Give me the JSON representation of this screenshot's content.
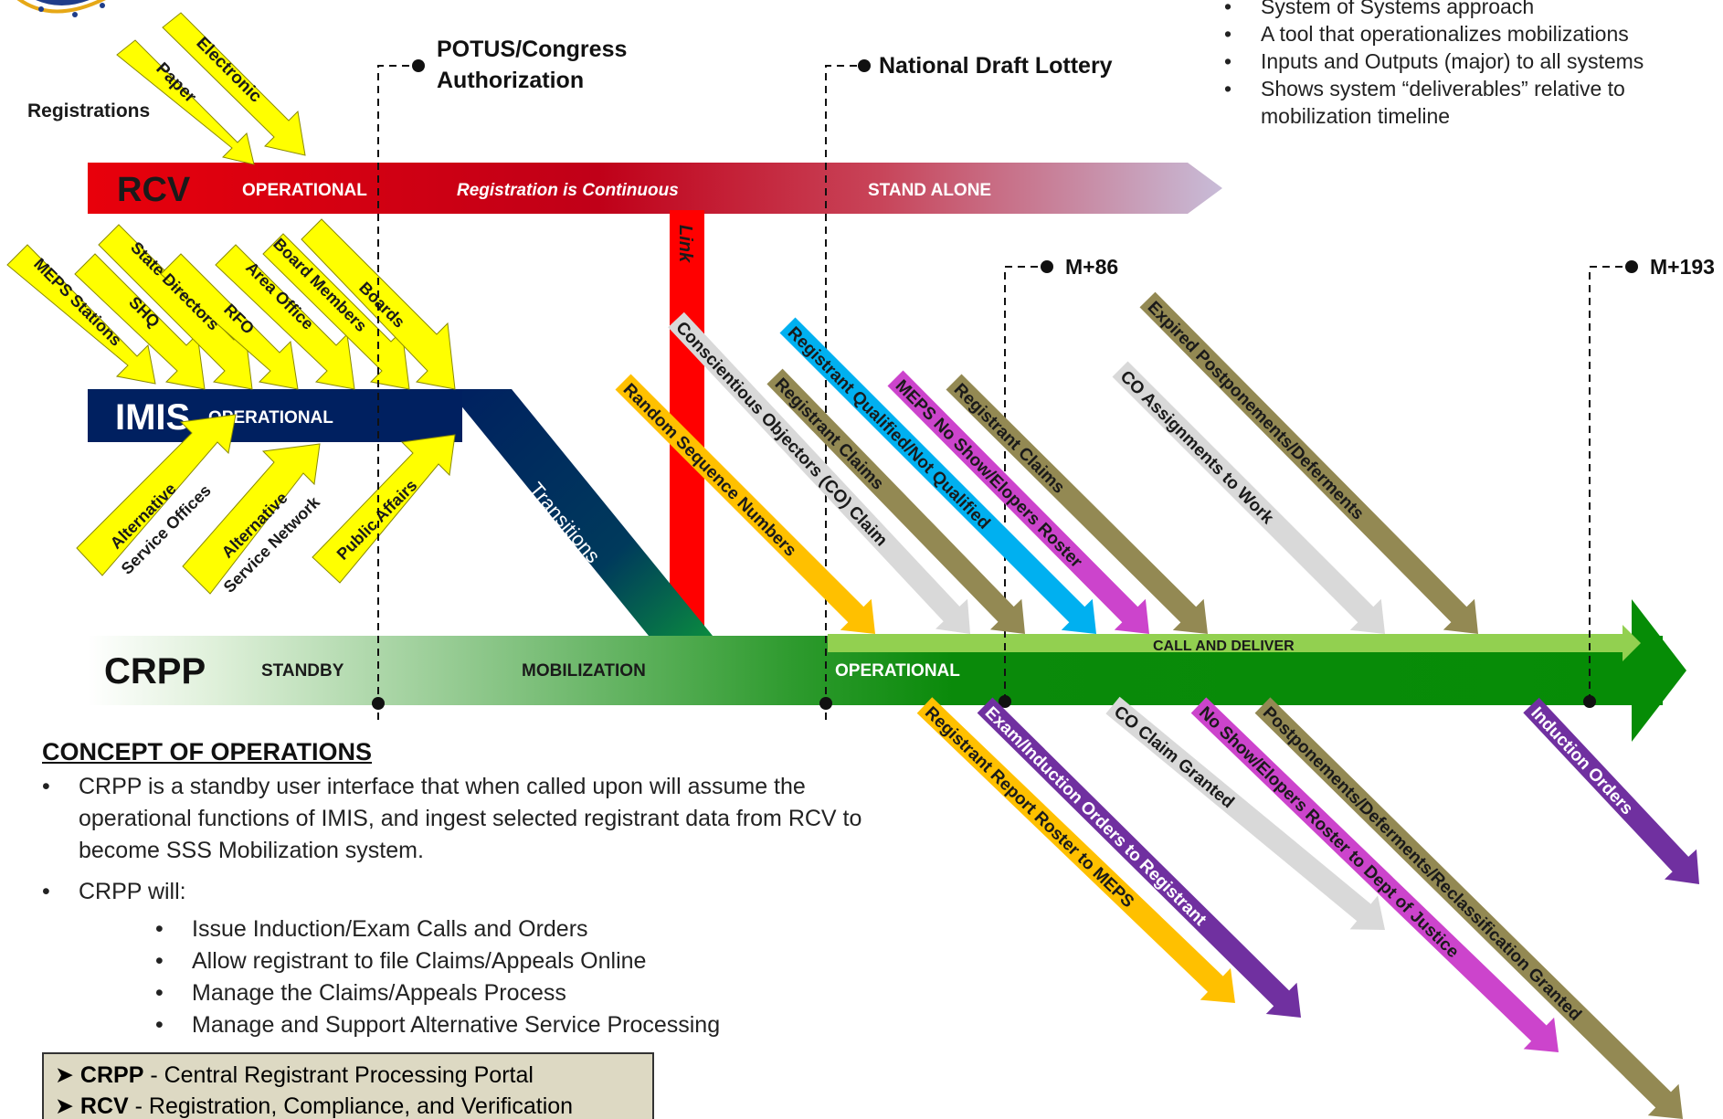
{
  "systems": {
    "rcv": "RCV",
    "imis": "IMIS",
    "crpp": "CRPP"
  },
  "rcv_bar": {
    "operational": "OPERATIONAL",
    "continuous": "Registration is Continuous",
    "stand_alone": "STAND ALONE",
    "link": "Link"
  },
  "imis_bar": {
    "operational": "OPERATIONAL",
    "transitions": "Transitions"
  },
  "crpp_bar": {
    "standby": "STANDBY",
    "mobilization": "MOBILIZATION",
    "operational": "OPERATIONAL",
    "call_and_deliver": "CALL AND DELIVER"
  },
  "registrations": {
    "label": "Registrations",
    "inputs": [
      "Paper",
      "Electronic"
    ]
  },
  "milestones": {
    "potus_line1": "POTUS/Congress",
    "potus_line2": "Authorization",
    "lottery": "National Draft Lottery",
    "m86": "M+86",
    "m193": "M+193"
  },
  "imis_inputs_top": [
    "MEPS Stations",
    "SHQ",
    "State Directors",
    "RFO",
    "Area Office",
    "Board Members",
    "Boards"
  ],
  "imis_inputs_bottom": [
    {
      "line1": "Alternative",
      "line2": "Service Offices"
    },
    {
      "line1": "Alternative",
      "line2": "Service Network"
    },
    {
      "line1": "Public Affairs",
      "line2": ""
    }
  ],
  "crpp_inputs": [
    {
      "label": "Random Sequence Numbers",
      "color": "#ffc000"
    },
    {
      "label": "Conscientious Objectors (CO) Claim",
      "color": "#d9d9d9"
    },
    {
      "label": "Registrant Claims",
      "color": "#938953"
    },
    {
      "label": "Registrant Qualified/Not Qualified",
      "color": "#00b0f0"
    },
    {
      "label": "MEPS No Show/Elopers Roster",
      "color": "#cc44cc"
    },
    {
      "label": "Registrant Claims",
      "color": "#938953"
    },
    {
      "label": "CO Assignments to  Work",
      "color": "#d9d9d9"
    },
    {
      "label": "Expired Postponements/Deferments",
      "color": "#938953"
    }
  ],
  "crpp_outputs": [
    {
      "label": "Registrant Report Roster to MEPS",
      "color": "#ffc000"
    },
    {
      "label": "Exam/Induction Orders to Registrant",
      "color": "#7030a0"
    },
    {
      "label": "CO Claim Granted",
      "color": "#d9d9d9"
    },
    {
      "label": "No Show/Elopers Roster to Dept of Justice",
      "color": "#cc44cc"
    },
    {
      "label": "Postponements/Deferments/Reclassification Granted",
      "color": "#938953"
    },
    {
      "label": "Induction Orders",
      "color": "#7030a0"
    }
  ],
  "top_bullets": [
    "System of Systems approach",
    "A tool that operationalizes mobilizations",
    "Inputs and Outputs (major) to all systems",
    "Shows system “deliverables” relative to mobilization timeline"
  ],
  "concept": {
    "heading": "CONCEPT OF OPERATIONS",
    "para1": "CRPP is a standby user interface that when called upon will assume the operational functions of IMIS, and ingest selected registrant data from RCV to become SSS Mobilization system.",
    "para2": "CRPP will:",
    "items": [
      "Issue Induction/Exam Calls and Orders",
      "Allow registrant to file Claims/Appeals Online",
      "Manage the Claims/Appeals Process",
      "Manage and Support Alternative Service Processing"
    ]
  },
  "legend": [
    {
      "abbr": "CRPP",
      "desc": " - Central Registrant Processing Portal"
    },
    {
      "abbr": "RCV",
      "desc": " - Registration, Compliance, and Verification"
    }
  ],
  "colors": {
    "rcv_red": "#e8000b",
    "imis_navy": "#002060",
    "crpp_green": "#068c06",
    "call_deliver_green": "#92d050",
    "input_yellow": "#ffff00"
  }
}
